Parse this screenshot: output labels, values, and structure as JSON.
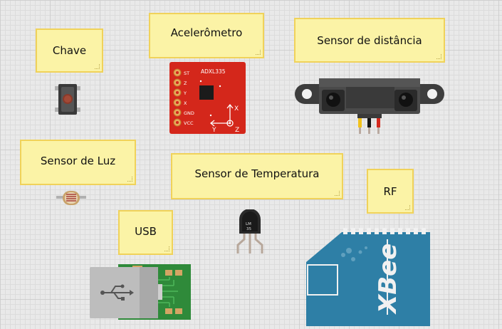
{
  "labels": {
    "chave": "Chave",
    "acelerometro": "Acelerômetro",
    "sensor_distancia": "Sensor de distância",
    "sensor_luz": "Sensor de Luz",
    "sensor_temperatura": "Sensor de Temperatura",
    "rf": "RF",
    "usb": "USB"
  },
  "components": {
    "accelerometer": {
      "chip": "ADXL335",
      "pins": [
        "ST",
        "Z",
        "Y",
        "X",
        "GND",
        "VCC"
      ],
      "axes": [
        "X",
        "Y",
        "Z"
      ]
    },
    "temperature_sensor": {
      "marking_1": "LM",
      "marking_2": "35"
    },
    "xbee": {
      "brand": "XBee"
    }
  },
  "colors": {
    "note_fill": "#fbf3a6",
    "note_border": "#f0d25a",
    "accel_board": "#d4271b",
    "xbee_board": "#2e7fa6",
    "usb_pcb": "#2f8a3a"
  }
}
